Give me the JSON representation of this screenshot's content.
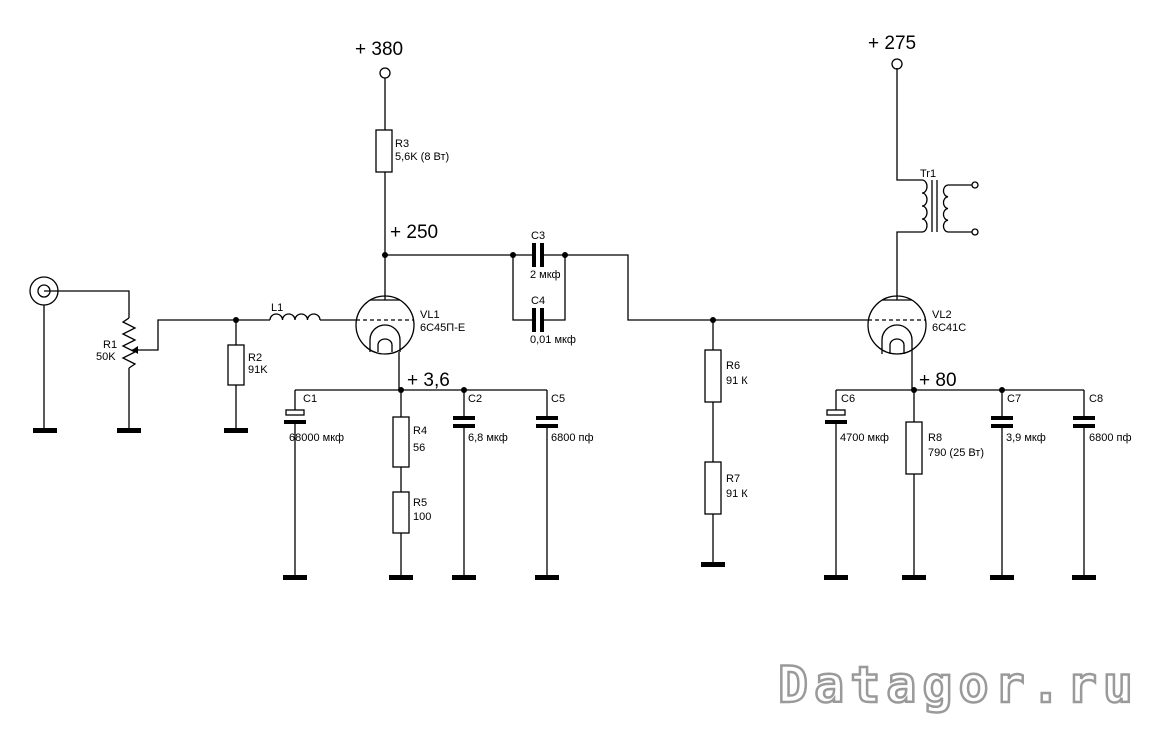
{
  "rails": {
    "vl1_supply": "+ 380",
    "vl1_anode": "+ 250",
    "vl1_cathode": "+ 3,6",
    "vl2_supply": "+ 275",
    "vl2_cathode": "+ 80"
  },
  "components": {
    "r1": {
      "ref": "R1",
      "value": "50K"
    },
    "r2": {
      "ref": "R2",
      "value": "91K"
    },
    "l1": {
      "ref": "L1"
    },
    "r3": {
      "ref": "R3",
      "value": "5,6K (8 Вт)"
    },
    "vl1": {
      "ref": "VL1",
      "value": "6С45П-Е"
    },
    "c3": {
      "ref": "C3",
      "value": "2 мкф"
    },
    "c4": {
      "ref": "C4",
      "value": "0,01 мкф"
    },
    "c1": {
      "ref": "C1",
      "value": "68000 мкф"
    },
    "r4": {
      "ref": "R4",
      "value": "56"
    },
    "r5": {
      "ref": "R5",
      "value": "100"
    },
    "c2": {
      "ref": "C2",
      "value": "6,8 мкф"
    },
    "c5": {
      "ref": "C5",
      "value": "6800 пф"
    },
    "r6": {
      "ref": "R6",
      "value": "91 К"
    },
    "r7": {
      "ref": "R7",
      "value": "91 К"
    },
    "tr1": {
      "ref": "Tr1"
    },
    "vl2": {
      "ref": "VL2",
      "value": "6С41С"
    },
    "c6": {
      "ref": "C6",
      "value": "4700 мкф"
    },
    "r8": {
      "ref": "R8",
      "value": "790 (25 Вт)"
    },
    "c7": {
      "ref": "C7",
      "value": "3,9 мкф"
    },
    "c8": {
      "ref": "C8",
      "value": "6800 пф"
    }
  },
  "watermark": "Datagor.ru"
}
